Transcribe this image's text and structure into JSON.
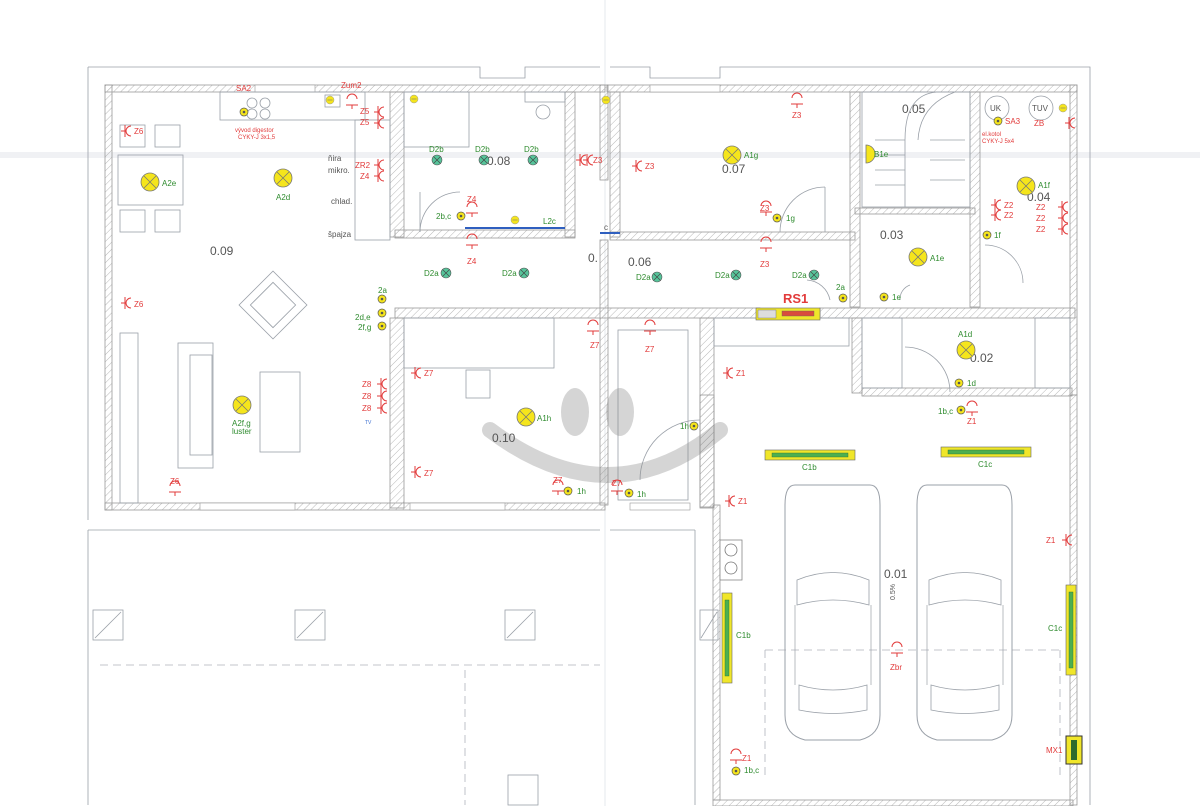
{
  "rooms": {
    "r009": "0.09",
    "r008": "0.08",
    "r007": "0.07",
    "r006": "0.06",
    "r005": "0.05",
    "r004": "0.04",
    "r003": "0.03",
    "r002": "0.02",
    "r001": "0.01",
    "r010": "0.10",
    "r0x": "0."
  },
  "labels": {
    "sa2": "SA2",
    "zum2": "Zum2",
    "vyvod": "vývod digestor",
    "cyky_j3": "CYKY-J 3x1,5",
    "z6a": "Z6",
    "z6b": "Z6",
    "z6c": "Z6",
    "z5a": "Z5",
    "z5b": "Z5",
    "zr2": "ZR2",
    "z4a": "Z4",
    "z4b": "Z4",
    "z4c": "Z4",
    "nira": "ňira",
    "mikro": "mikro.",
    "chlad": "chlad.",
    "spajza": "špajza",
    "a2e": "A2e",
    "a2d": "A2d",
    "a2fg": "A2f,g",
    "luster": "luster",
    "d2b1": "D2b",
    "d2b2": "D2b",
    "d2b3": "D2b",
    "d2a1": "D2a",
    "d2a2": "D2a",
    "d2a3": "D2a",
    "d2a4": "D2a",
    "d2a5": "D2a",
    "l2c": "L2c",
    "c_small": "c",
    "s2bc": "2b,c",
    "s2a": "2a",
    "s2de": "2d,e",
    "s2fg": "2f,g",
    "z8a": "Z8",
    "z8b": "Z8",
    "z8c": "Z8",
    "tv": "TV",
    "z7a": "Z7",
    "z7b": "Z7",
    "z7c": "Z7",
    "z7d": "Z7",
    "z7e": "Z7",
    "z7f": "Z7",
    "a1h": "A1h",
    "s1h1": "1h",
    "s1h2": "1h",
    "s1h3": "1h",
    "z3a": "Z3",
    "z3b": "Z3",
    "z3c": "Z3",
    "z3d": "Z3",
    "z3e": "Z3",
    "a1g": "A1g",
    "s1g": "1g",
    "b1e": "B1e",
    "a1e": "A1e",
    "s1e": "1e",
    "s2a2": "2a",
    "rs1": "RS1",
    "uk": "UK",
    "tuv": "TUV",
    "sa3": "SA3",
    "elkotol": "el.kotol",
    "cyky_j5": "CYKY-J 5x4",
    "zb": "ZB",
    "z2a": "Z2",
    "z2b": "Z2",
    "z2c": "Z2",
    "z2d": "Z2",
    "z2e": "Z2",
    "a1f": "A1f",
    "s1f": "1f",
    "a1d": "A1d",
    "s1d": "1d",
    "s1bc": "1b,c",
    "s1bc2": "1b,c",
    "z1a": "Z1",
    "z1b": "Z1",
    "z1c": "Z1",
    "z1d": "Z1",
    "z1e": "Z1",
    "c1b": "C1b",
    "c1c": "C1c",
    "c1b2": "C1b",
    "c1c2": "C1c",
    "zbr": "Zbr",
    "mx1": "MX1",
    "slope": "0.5%"
  }
}
